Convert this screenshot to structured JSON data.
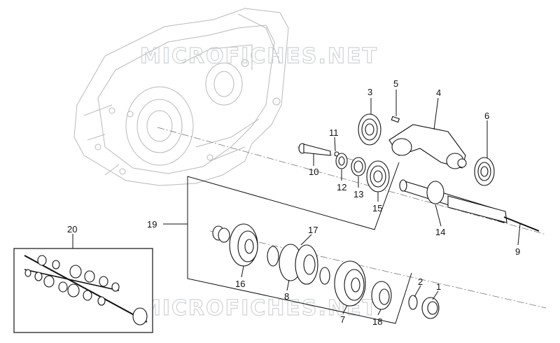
{
  "watermarks": [
    "MICROFICHES.NET",
    "MICROFICHES.NET"
  ],
  "parts": [
    {
      "label": "1",
      "kind": "needle-bearing"
    },
    {
      "label": "2",
      "kind": "circlip"
    },
    {
      "label": "3",
      "kind": "ball-bearing"
    },
    {
      "label": "4",
      "kind": "selector-arm"
    },
    {
      "label": "5",
      "kind": "pin"
    },
    {
      "label": "6",
      "kind": "ball-bearing"
    },
    {
      "label": "7",
      "kind": "gear"
    },
    {
      "label": "8",
      "kind": "double-gear"
    },
    {
      "label": "9",
      "kind": "shaft-end"
    },
    {
      "label": "10",
      "kind": "bolt"
    },
    {
      "label": "11",
      "kind": "pin"
    },
    {
      "label": "12",
      "kind": "washer"
    },
    {
      "label": "13",
      "kind": "needle-bearing"
    },
    {
      "label": "14",
      "kind": "primary-shaft"
    },
    {
      "label": "15",
      "kind": "ball-bearing"
    },
    {
      "label": "16",
      "kind": "gear"
    },
    {
      "label": "17",
      "kind": "circlip"
    },
    {
      "label": "18",
      "kind": "gear"
    },
    {
      "label": "19",
      "kind": "gear-assembly"
    },
    {
      "label": "20",
      "kind": "shaft-assembly-inset"
    }
  ]
}
